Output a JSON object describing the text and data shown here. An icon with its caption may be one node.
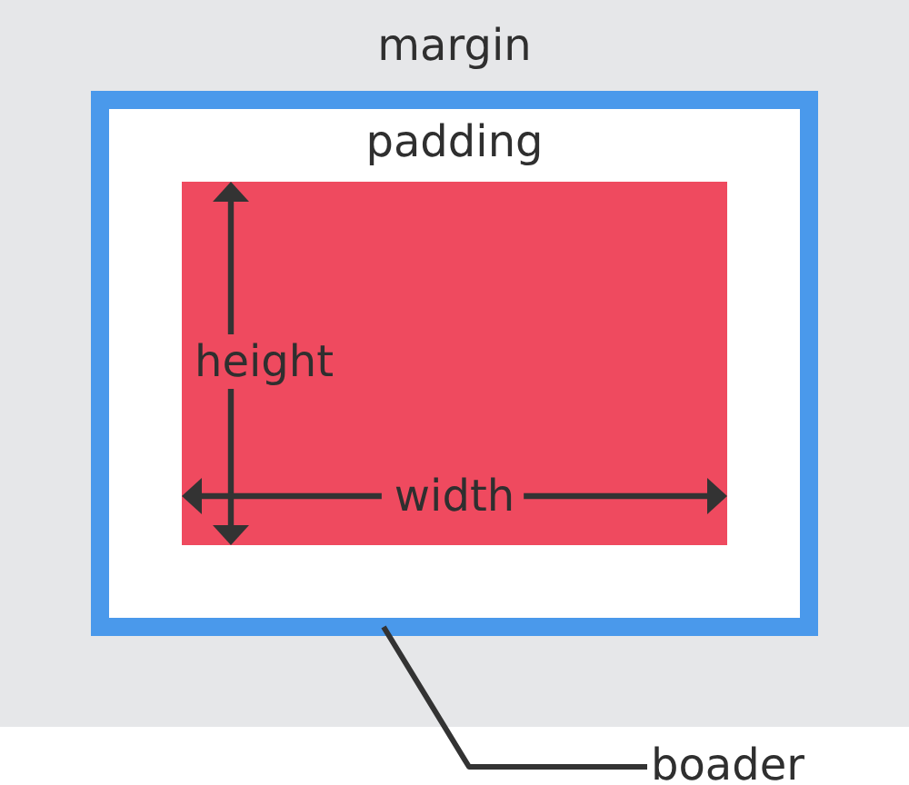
{
  "diagram": {
    "nodes": [
      {
        "text": [
          "margin"
        ]
      },
      {
        "text": [
          "padding"
        ],
        "in": 0
      },
      {
        "text": [
          "height",
          "width"
        ],
        "in": 1
      },
      {
        "text": [
          "boader"
        ]
      }
    ],
    "edges": [
      {
        "from": 3,
        "to": 1,
        "arrow": "none"
      }
    ]
  }
}
